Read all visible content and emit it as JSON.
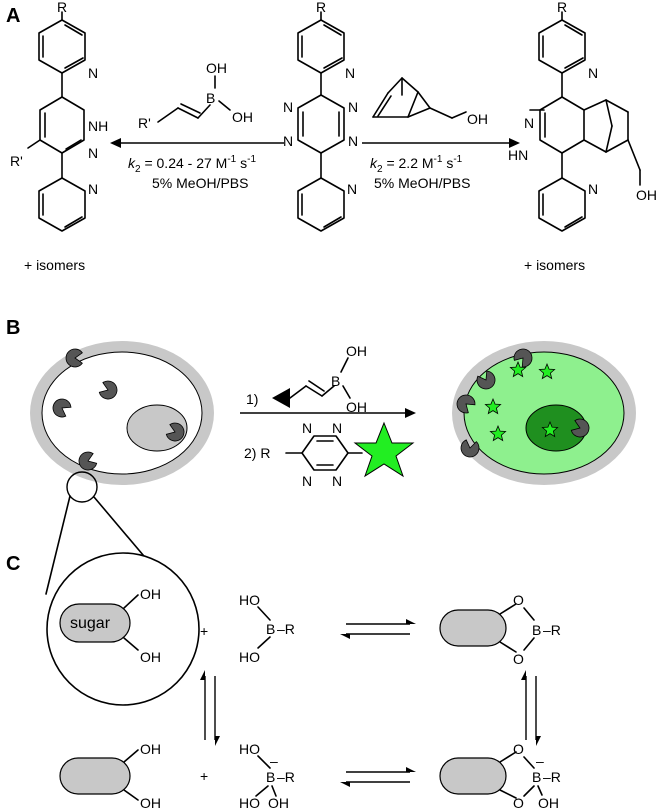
{
  "panels": {
    "a": "A",
    "b": "B",
    "c": "C"
  },
  "atoms": {
    "R": "R",
    "Rp": "R'",
    "N": "N",
    "NH": "N",
    "HN": "HN",
    "H": "H",
    "OH": "OH",
    "HO": "HO",
    "B": "B",
    "O": "O",
    "minus": "–",
    "dash_R": "–R",
    "R_dash": "R–"
  },
  "reaction_a": {
    "left_k_prefix": "k",
    "left_k_sub": "2",
    "left_k_value": " = 0.24 - 27 M",
    "left_k_sup1": "-1",
    "left_k_s": " s",
    "left_k_sup2": "-1",
    "left_solvent": "5% MeOH/PBS",
    "right_k_prefix": "k",
    "right_k_sub": "2",
    "right_k_value": " = 2.2 M",
    "right_k_sup1": "-1",
    "right_k_s": " s",
    "right_k_sup2": "-1",
    "right_solvent": "5% MeOH/PBS",
    "left_isomers": "+ isomers",
    "right_isomers": "+ isomers"
  },
  "reaction_b": {
    "step1": "1)",
    "step2": "2) R"
  },
  "reaction_c": {
    "sugar": "sugar",
    "plus": "+"
  },
  "colors": {
    "cell_membrane": "#c8c8c8",
    "cell_inner": "#ffffff",
    "cell_inner_labeled": "#8ef08e",
    "nucleus_unlabeled": "#c8c8c8",
    "nucleus_labeled": "#1f8f1f",
    "receptor": "#555555",
    "star": "#22ee22",
    "sugar_fill": "#c8c8c8"
  }
}
